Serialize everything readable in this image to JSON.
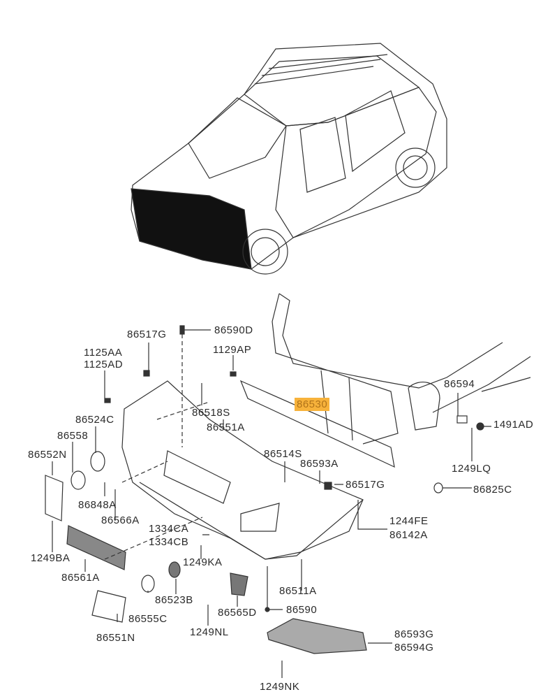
{
  "highlight_color": "#f7b23b",
  "labels": {
    "p86517G_a": "86517G",
    "p86590D": "86590D",
    "p1125AA": "1125AA",
    "p1125AD": "1125AD",
    "p1129AP": "1129AP",
    "p86524C": "86524C",
    "p86518S": "86518S",
    "p86551A": "86551A",
    "p86558": "86558",
    "p86552N": "86552N",
    "p86530": "86530",
    "p86594": "86594",
    "p1491AD": "1491AD",
    "p86514S": "86514S",
    "p86593A": "86593A",
    "p1249LQ": "1249LQ",
    "p86517G_b": "86517G",
    "p86825C": "86825C",
    "p86848A": "86848A",
    "p86566A": "86566A",
    "p1334CA": "1334CA",
    "p1334CB": "1334CB",
    "p1244FE": "1244FE",
    "p86142A": "86142A",
    "p1249BA": "1249BA",
    "p1249KA": "1249KA",
    "p86561A": "86561A",
    "p86523B": "86523B",
    "p86511A": "86511A",
    "p86565D": "86565D",
    "p86590": "86590",
    "p86555C": "86555C",
    "p86551N": "86551N",
    "p1249NL": "1249NL",
    "p86593G": "86593G",
    "p86594G": "86594G",
    "p1249NK": "1249NK"
  }
}
